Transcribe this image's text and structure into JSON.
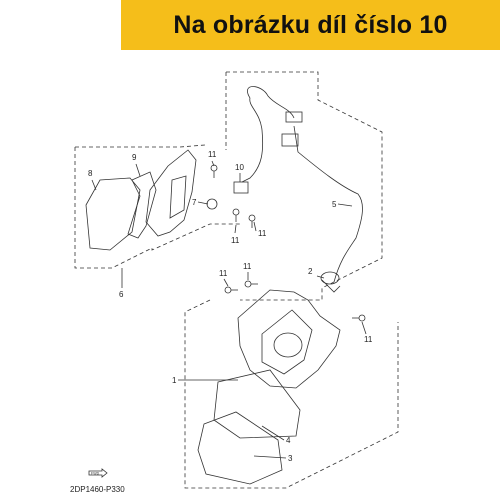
{
  "banner": {
    "text": "Na obrázku díl číslo 10",
    "background": "#f5be1a"
  },
  "callouts": {
    "c1": "1",
    "c2": "2",
    "c3": "3",
    "c4": "4",
    "c5": "5",
    "c6": "6",
    "c7": "7",
    "c8": "8",
    "c9": "9",
    "c10": "10",
    "c11a": "11",
    "c11b": "11",
    "c11c": "11",
    "c11d": "11",
    "c11e": "11",
    "c11f": "11"
  },
  "fwd_badge": "FWD",
  "diagram_code": "2DP1460-P330"
}
